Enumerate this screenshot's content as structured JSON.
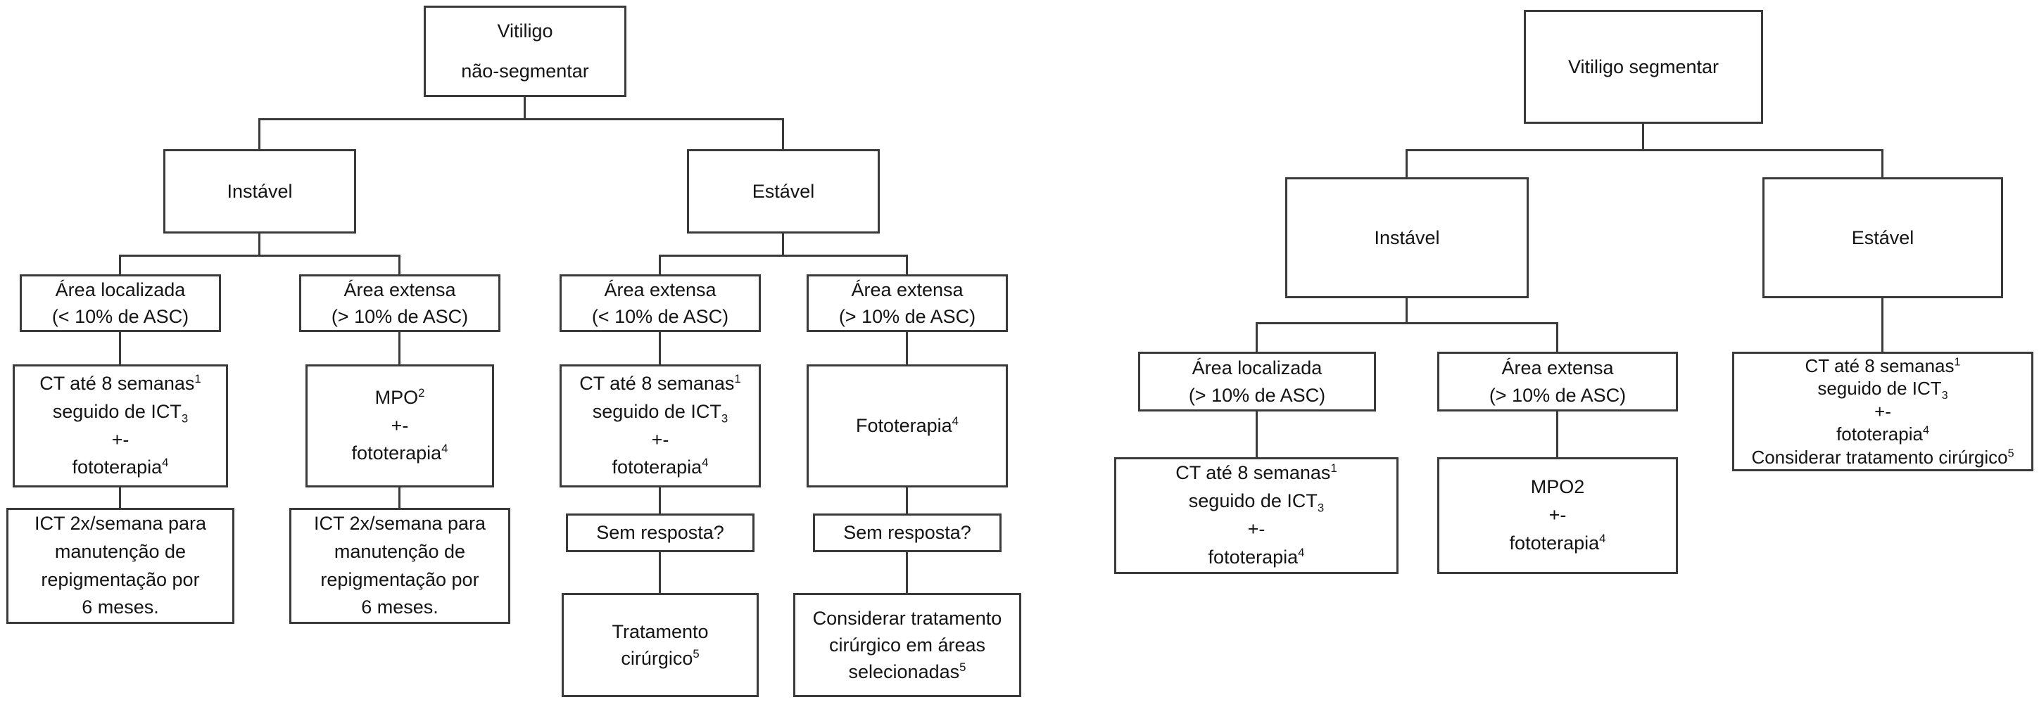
{
  "colors": {
    "background": "#ffffff",
    "box_border": "#3a3a3a",
    "connector_line": "#3a3a3a",
    "text": "#141414"
  },
  "left_chart": {
    "root": "Vitiligo\nnão-segmentar",
    "unstable": "Instável",
    "stable": "Estável",
    "area_localizada_lt10": "Área localizada\n(< 10% de ASC)",
    "area_extensa_gt10_a": "Área extensa\n(> 10% de ASC)",
    "area_extensa_lt10": "Área extensa\n(< 10% de ASC)",
    "area_extensa_gt10_b": "Área extensa\n(> 10% de ASC)",
    "ct_ict_foto_a": "CT até 8 semanas^{1}\nseguido de ICT_{3}\n+-\nfototerapia^{4}",
    "mpo_foto": "MPO^{2}\n+-\nfototerapia^{4}",
    "ct_ict_foto_b": "CT até 8 semanas^{1}\nseguido de ICT_{3}\n+-\nfototerapia^{4}",
    "fototerapia": "Fototerapia^{4}",
    "ict_manutencao_a": "ICT 2x/semana para\nmanutenção de\nrepigmentação por\n6 meses.",
    "ict_manutencao_b": "ICT 2x/semana para\nmanutenção de\nrepigmentação por\n6 meses.",
    "sem_resposta_a": "Sem resposta?",
    "sem_resposta_b": "Sem resposta?",
    "tratamento_cirurgico": "Tratamento\ncirúrgico^{5}",
    "considerar_cirurgico": "Considerar tratamento\ncirúrgico em áreas\nselecionadas^{5}"
  },
  "right_chart": {
    "root": "Vitiligo segmentar",
    "unstable": "Instável",
    "stable": "Estável",
    "area_localizada_gt10": "Área localizada\n(> 10% de ASC)",
    "area_extensa_gt10": "Área extensa\n(> 10% de ASC)",
    "stable_treatment": "CT até 8 semanas^{1}\nseguido de ICT_{3}\n+-\nfototerapia^{4}\nConsiderar tratamento cirúrgico^{5}",
    "ct_ict_foto": "CT até 8 semanas^{1}\nseguido de ICT_{3}\n+-\nfototerapia^{4}",
    "mpo2_foto": "MPO2\n+-\nfototerapia^{4}"
  }
}
